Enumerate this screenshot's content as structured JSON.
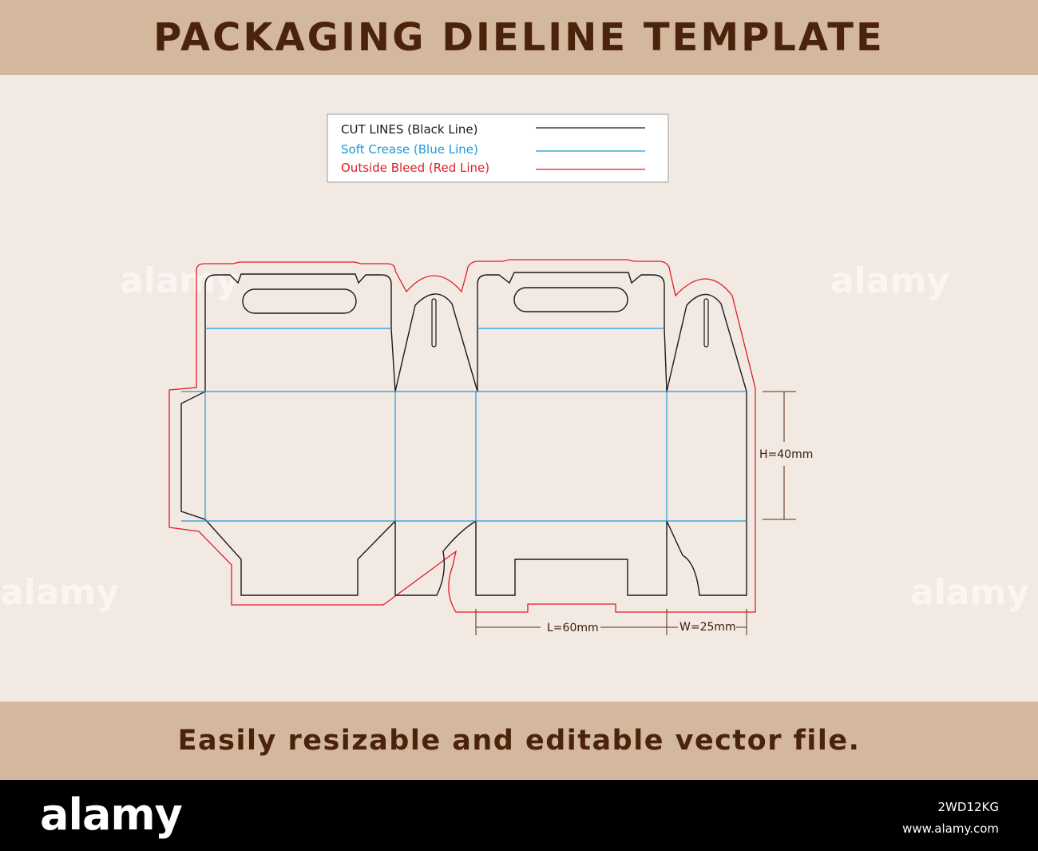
{
  "header": {
    "title": "PACKAGING DIELINE TEMPLATE"
  },
  "legend": {
    "items": [
      {
        "label": "CUT LINES (Black Line)",
        "color": "#1a1a1a"
      },
      {
        "label": "Soft Crease (Blue Line)",
        "color": "#1b9bd7"
      },
      {
        "label": "Outside Bleed (Red Line)",
        "color": "#e01e24"
      }
    ]
  },
  "dimensions": {
    "height": "H=40mm",
    "length": "L=60mm",
    "width": "W=25mm"
  },
  "footer_band": {
    "text": "Easily resizable and editable vector file."
  },
  "watermark": {
    "brand": "alamy",
    "code": "2WD12KG",
    "domain": "www.alamy.com"
  }
}
